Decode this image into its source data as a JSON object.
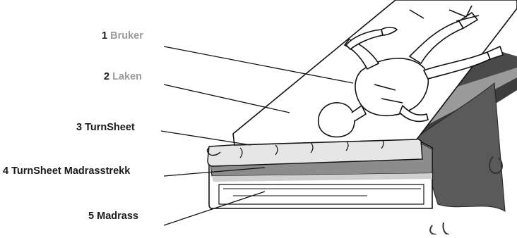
{
  "labels": [
    {
      "number": "1",
      "name": "Bruker"
    },
    {
      "number": "2",
      "name": "Laken"
    },
    {
      "number": "3",
      "name": "TurnSheet"
    },
    {
      "number": "4",
      "name": "TurnSheet Madrasstrekk"
    },
    {
      "number": "5",
      "name": "Madrass"
    }
  ],
  "colors": {
    "label_number": "#1a1a1a",
    "label_name_gray": "#9a9a9a",
    "frame_dark": "#444444",
    "frame_gray": "#9a9a9a",
    "drape_gray": "#555555",
    "line": "#111111"
  }
}
